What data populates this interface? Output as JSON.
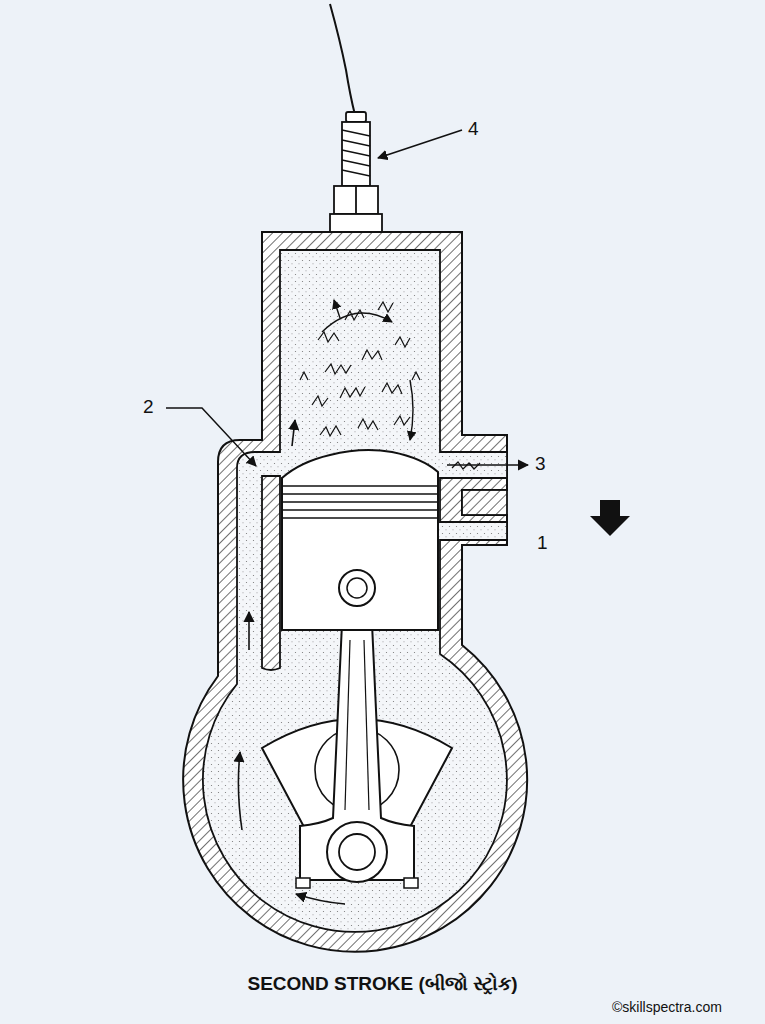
{
  "diagram": {
    "caption": "SECOND STROKE (બીજો સ્ટ્રોક)",
    "labels": [
      "4",
      "2",
      "3",
      "1",
      "©skillspectra.com"
    ]
  }
}
